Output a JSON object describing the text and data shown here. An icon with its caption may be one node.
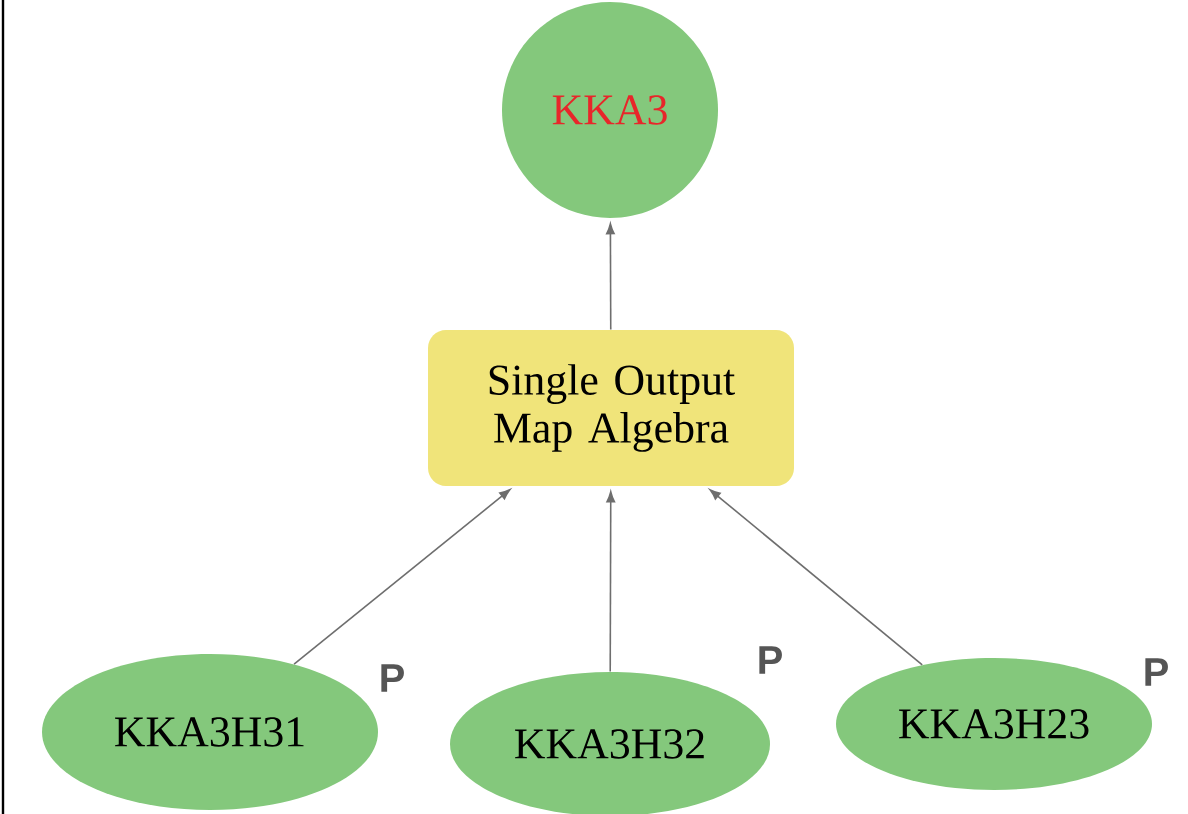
{
  "diagram": {
    "nodes": [
      {
        "text": [
          "KKA3"
        ]
      },
      {
        "text": [
          "Single Output Map Algebra"
        ]
      },
      {
        "text": [
          "KKA3H31"
        ],
        "beside": [
          "P"
        ]
      },
      {
        "text": [
          "KKA3H32"
        ],
        "beside": [
          "P"
        ]
      },
      {
        "text": [
          "KKA3H23"
        ],
        "beside": [
          "P"
        ]
      }
    ],
    "edges": [
      {
        "from": 1,
        "to": 0,
        "arrow": "to"
      },
      {
        "from": 2,
        "to": 1,
        "arrow": "to"
      },
      {
        "from": 3,
        "to": 1,
        "arrow": "to"
      },
      {
        "from": 4,
        "to": 1,
        "arrow": "to"
      }
    ]
  }
}
